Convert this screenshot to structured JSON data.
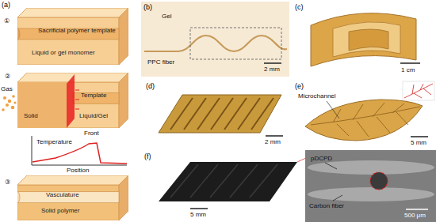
{
  "diagram": {
    "nodes": [
      {
        "text": [
          "Sacrificial polymer template",
          "Liquid or gel monomer"
        ]
      },
      {
        "text": [
          "Solid",
          "Template",
          "Liquid/Gel"
        ]
      },
      {
        "text": [
          "Vasculature",
          "Solid polymer"
        ]
      }
    ],
    "labels": [
      "(a)",
      "①",
      "②",
      "③",
      "Gas",
      "Front",
      "Temperature",
      "Position",
      "(b)",
      "Gel",
      "PPC fiber",
      "2 mm",
      "(c)",
      "1 cm",
      "(d)",
      "2 mm",
      "(e)",
      "Microchannel",
      "5 mm",
      "(f)",
      "5 mm",
      "pDCPD",
      "Carbon fiber",
      "500 μm"
    ]
  }
}
